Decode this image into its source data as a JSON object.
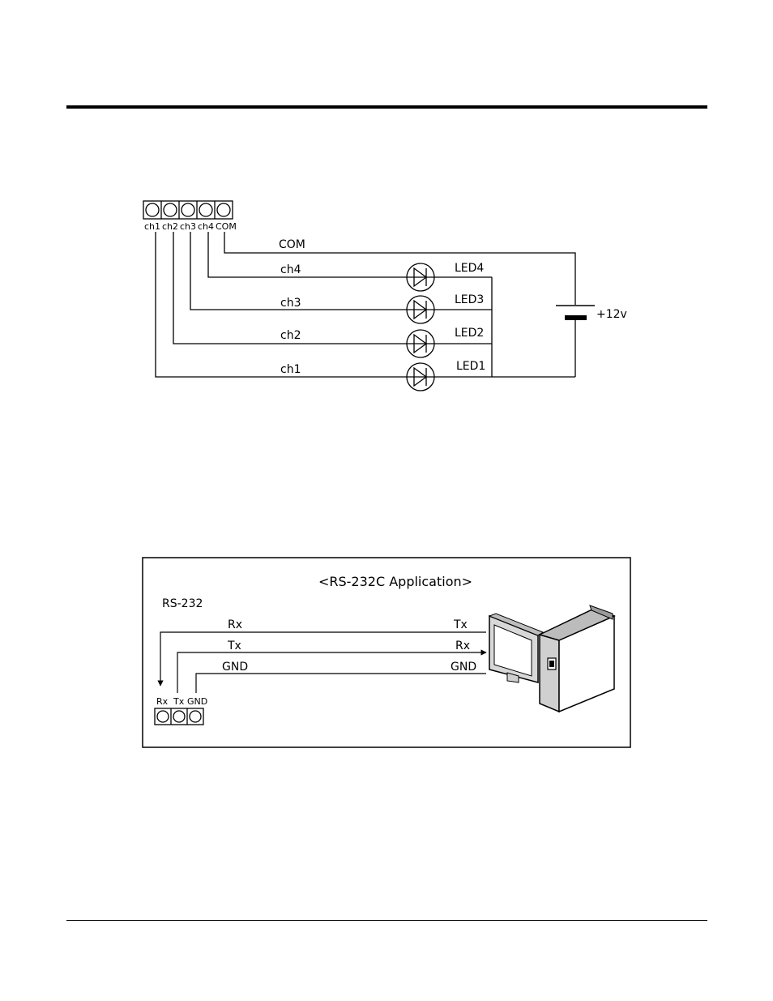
{
  "diagram1": {
    "terminals": [
      "ch1",
      "ch2",
      "ch3",
      "ch4",
      "COM"
    ],
    "wires": [
      "COM",
      "ch4",
      "ch3",
      "ch2",
      "ch1"
    ],
    "leds": [
      "LED4",
      "LED3",
      "LED2",
      "LED1"
    ],
    "battery_label": "+12v"
  },
  "diagram2": {
    "title": "<RS-232C Application>",
    "port_label": "RS-232",
    "terminals": [
      "Rx",
      "Tx",
      "GND"
    ],
    "left_signals": [
      "Rx",
      "Tx",
      "GND"
    ],
    "right_signals": [
      "Tx",
      "Rx",
      "GND"
    ]
  }
}
